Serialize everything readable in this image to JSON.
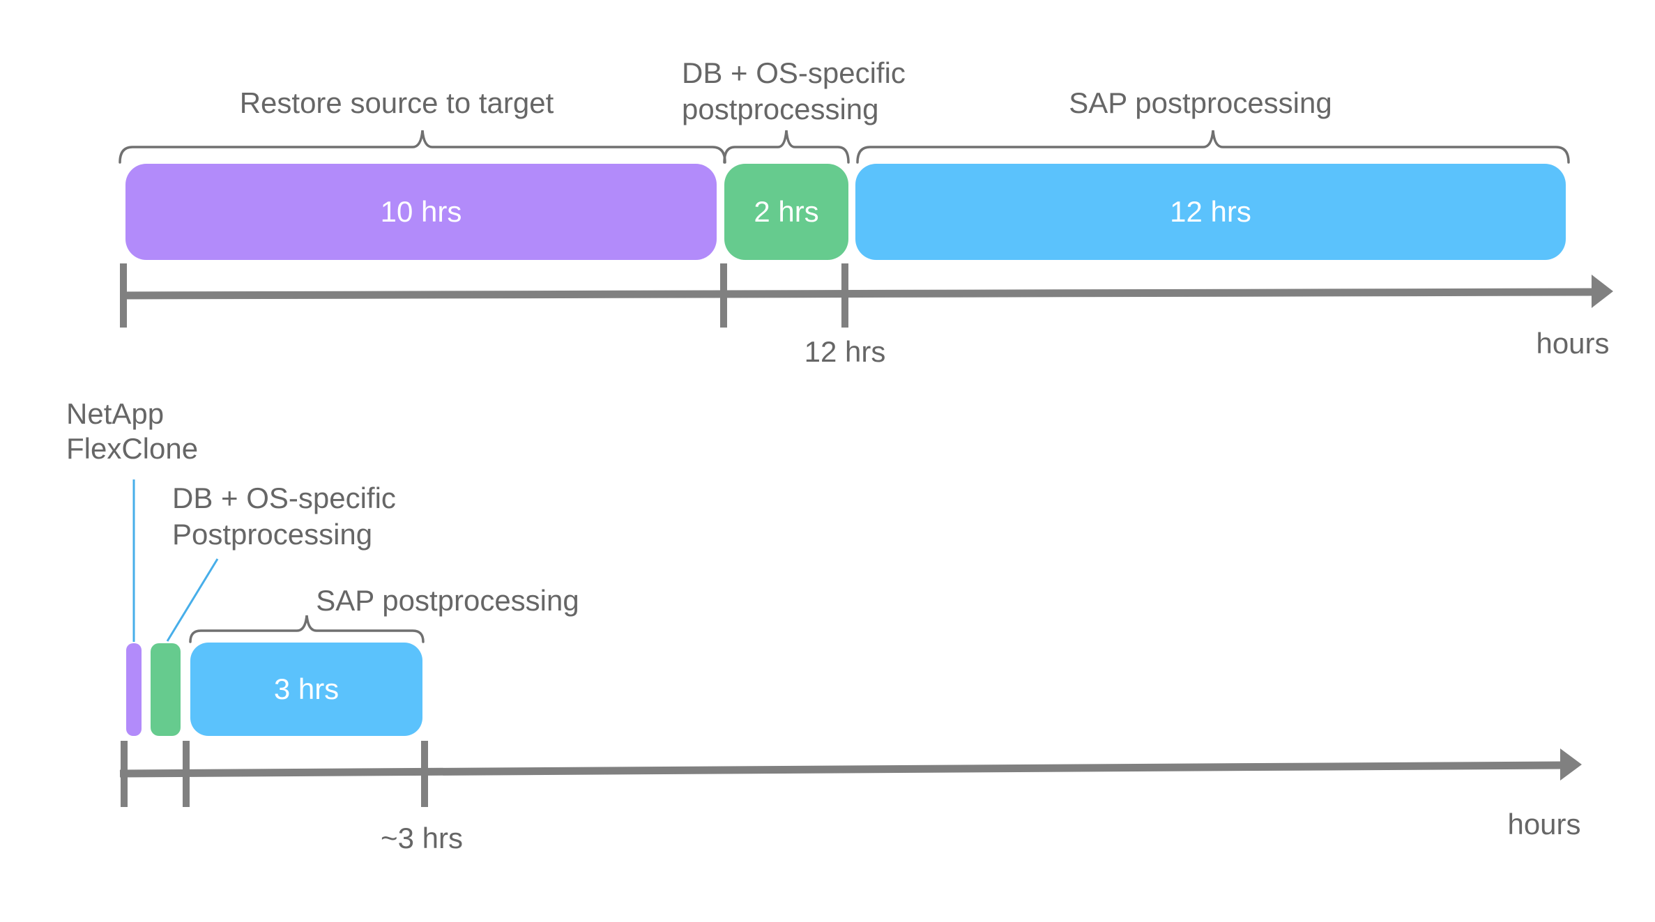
{
  "diagram": {
    "top": {
      "restore_label": "Restore source to target",
      "db_os_label_lines": [
        "DB + OS-specific",
        "postprocessing"
      ],
      "sap_label": "SAP postprocessing",
      "bars": [
        {
          "label": "10 hrs"
        },
        {
          "label": "2 hrs"
        },
        {
          "label": "12 hrs"
        }
      ],
      "tick_label": "12 hrs",
      "axis_unit": "hours"
    },
    "bottom": {
      "netapp_label_lines": [
        "NetApp",
        "FlexClone"
      ],
      "db_os_label_lines": [
        "DB + OS-specific",
        "Postprocessing"
      ],
      "sap_label": "SAP postprocessing",
      "sap_bar_label": "3 hrs",
      "tick_label": "~3 hrs",
      "axis_unit": "hours"
    },
    "colors": {
      "purple": "#B28BFA",
      "green": "#66CB8E",
      "blue": "#5BC2FC",
      "axis_gray": "#808080",
      "brace_gray": "#707070",
      "text_gray": "#666666",
      "callout_blue": "#47AEE9",
      "bar_text_white": "#FFFFFF"
    }
  }
}
